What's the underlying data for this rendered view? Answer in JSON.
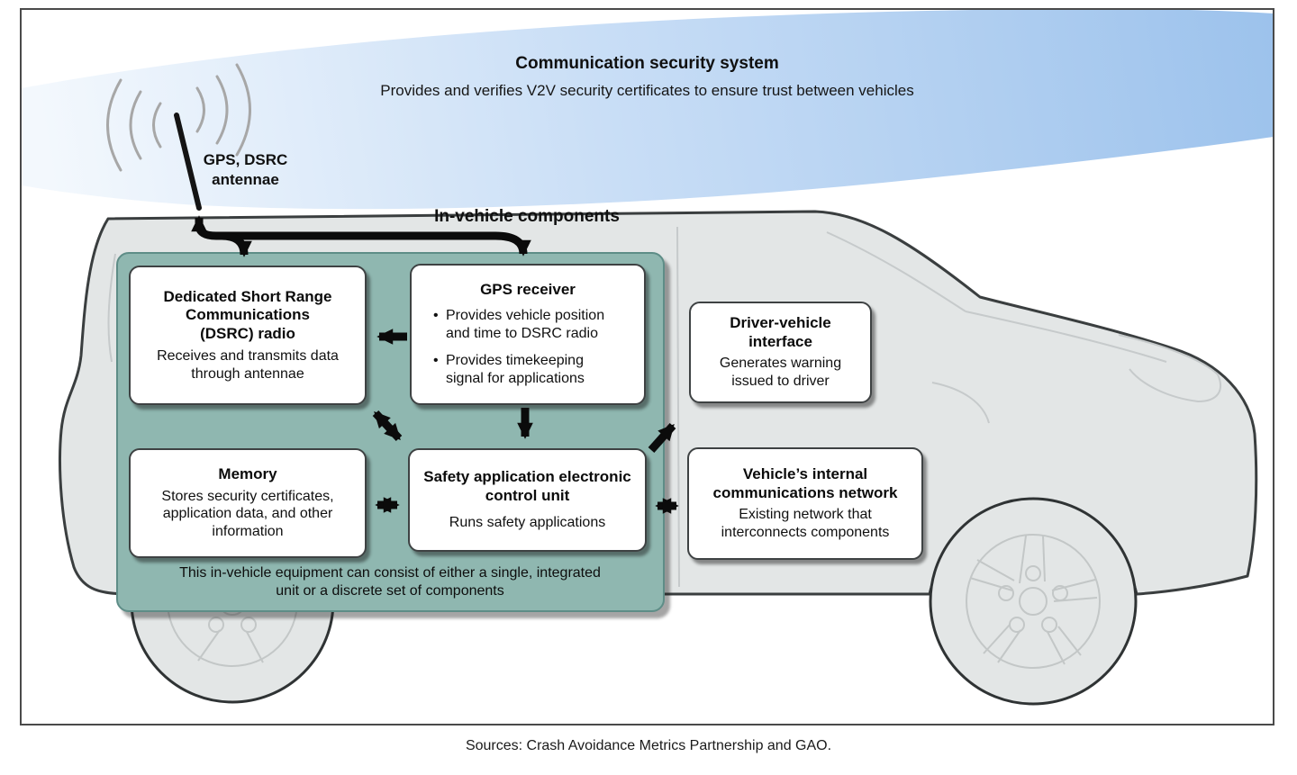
{
  "colors": {
    "panel_teal": "#8FB7B0",
    "panel_border": "#5E8D87",
    "swoosh_blue_strong": "#9CC2EC",
    "swoosh_blue_light": "#F3F8FD",
    "box_border": "#3E4243",
    "arrow_black": "#0B0B0B",
    "car_fill": "#E3E6E6",
    "car_stroke": "#3A3E3F"
  },
  "header": {
    "title": "Communication security system",
    "subtitle": "Provides and verifies V2V security certificates to ensure trust between vehicles"
  },
  "antenna": {
    "label_line1": "GPS, DSRC",
    "label_line2": "antennae"
  },
  "vehicle": {
    "section_label": "In-vehicle components"
  },
  "boxes": {
    "dsrc": {
      "title": "Dedicated Short Range Communications (DSRC) radio",
      "body": "Receives and transmits data through antennae"
    },
    "gps": {
      "title": "GPS receiver",
      "bullets": [
        "Provides vehicle position and time to DSRC radio",
        "Provides timekeeping signal for applications"
      ]
    },
    "driver": {
      "title": "Driver-vehicle interface",
      "body": "Generates warning issued to driver"
    },
    "memory": {
      "title": "Memory",
      "body": "Stores security certificates, application data, and other information"
    },
    "safety": {
      "title": "Safety application electronic control unit",
      "body": "Runs safety applications"
    },
    "network": {
      "title": "Vehicle’s internal communications network",
      "body": "Existing network that interconnects components"
    }
  },
  "panel": {
    "note": "This in-vehicle equipment can consist of either a single, integrated unit or a discrete set of components"
  },
  "footer": {
    "sources": "Sources: Crash Avoidance Metrics Partnership and GAO."
  }
}
